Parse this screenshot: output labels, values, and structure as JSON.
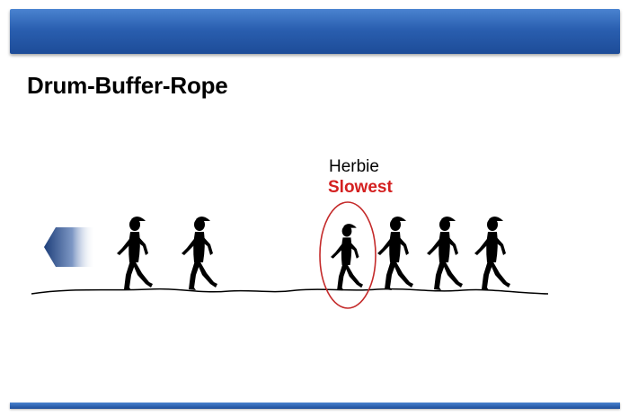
{
  "slide": {
    "title": "Drum-Buffer-Rope",
    "herbie_label": "Herbie",
    "slowest_label": "Slowest"
  },
  "colors": {
    "bar_blue": "#2a5fb0",
    "highlight_red": "#d42020",
    "figure_black": "#000000"
  },
  "scene": {
    "walker_count": 6,
    "highlighted_walker": "walker-3",
    "direction_arrow": "left-arrow-icon"
  }
}
